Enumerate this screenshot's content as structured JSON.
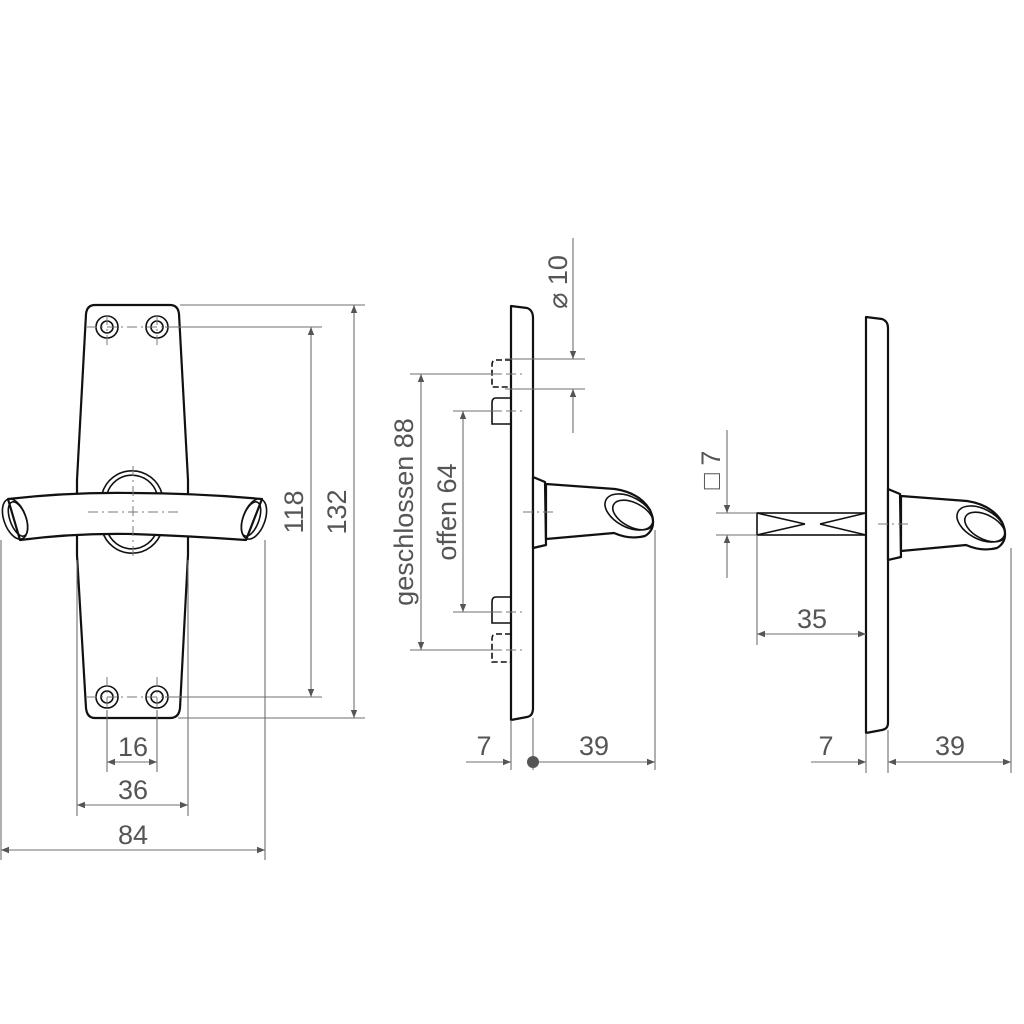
{
  "drawing": {
    "title": "Door lever handle on long plate - dimensioned drawing",
    "units": "mm",
    "line_color": "#111111",
    "dimension_color": "#6f6f6f",
    "label_color": "#555555"
  },
  "front_view": {
    "dimensions": {
      "screw_spacing_inner": "16",
      "plate_width": "36",
      "handle_length": "84",
      "screw_spacing_vertical": "118",
      "plate_height": "132"
    }
  },
  "side_view_left": {
    "dimensions": {
      "pin_diameter": "⌀ 10",
      "closed_pin_spacing": "geschlossen 88",
      "open_pin_spacing": "offen 64",
      "plate_thickness": "7",
      "handle_projection": "39"
    }
  },
  "side_view_right": {
    "dimensions": {
      "spindle_square": "□ 7",
      "spindle_length": "35",
      "plate_thickness": "7",
      "handle_projection": "39"
    }
  }
}
